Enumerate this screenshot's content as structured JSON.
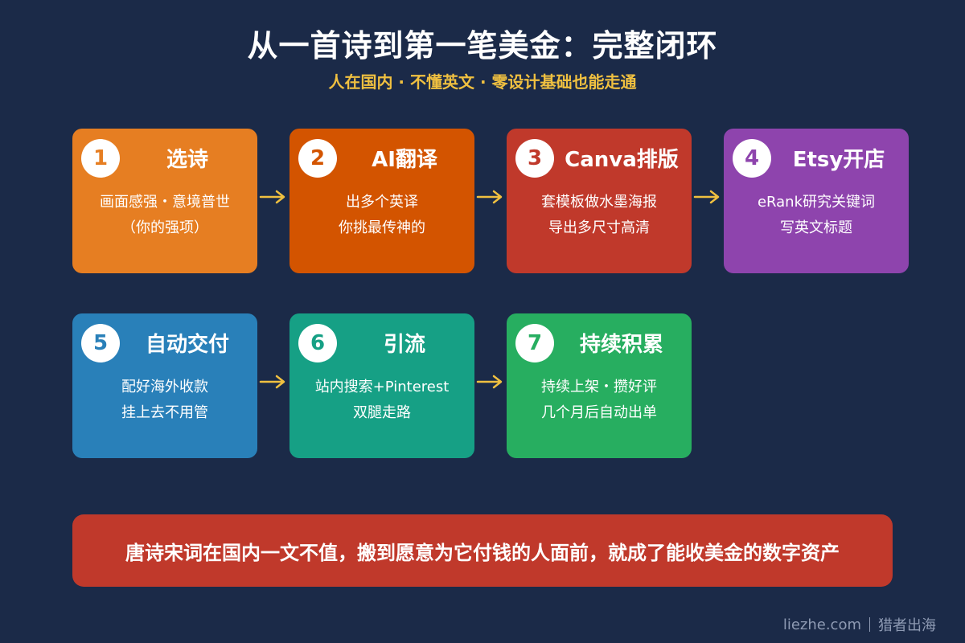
{
  "header": {
    "title": "从一首诗到第一笔美金：完整闭环",
    "subtitle": "人在国内 · 不懂英文 · 零设计基础也能走通"
  },
  "steps": [
    {
      "number": "1",
      "title": "选诗",
      "lines": [
        "画面感强・意境普世",
        "（你的强项）"
      ],
      "color": "#e67e22"
    },
    {
      "number": "2",
      "title": "AI翻译",
      "lines": [
        "出多个英译",
        "你挑最传神的"
      ],
      "color": "#d35400"
    },
    {
      "number": "3",
      "title": "Canva排版",
      "lines": [
        "套模板做水墨海报",
        "导出多尺寸高清"
      ],
      "color": "#c0392b"
    },
    {
      "number": "4",
      "title": "Etsy开店",
      "lines": [
        "eRank研究关键词",
        "写英文标题"
      ],
      "color": "#8e44ad"
    },
    {
      "number": "5",
      "title": "自动交付",
      "lines": [
        "配好海外收款",
        "挂上去不用管"
      ],
      "color": "#2980b9"
    },
    {
      "number": "6",
      "title": "引流",
      "lines": [
        "站内搜索+Pinterest",
        "双腿走路"
      ],
      "color": "#16a085"
    },
    {
      "number": "7",
      "title": "持续积累",
      "lines": [
        "持续上架・攒好评",
        "几个月后自动出单"
      ],
      "color": "#27ae60"
    }
  ],
  "banner": {
    "text": "唐诗宋词在国内一文不值，搬到愿意为它付钱的人面前，就成了能收美金的数字资产"
  },
  "footer": {
    "site": "liezhe.com",
    "brand": "猎者出海"
  },
  "colors": {
    "background": "#1b2a48",
    "arrow": "#f0c040",
    "subtitle": "#f0c040",
    "banner": "#c0392b"
  }
}
